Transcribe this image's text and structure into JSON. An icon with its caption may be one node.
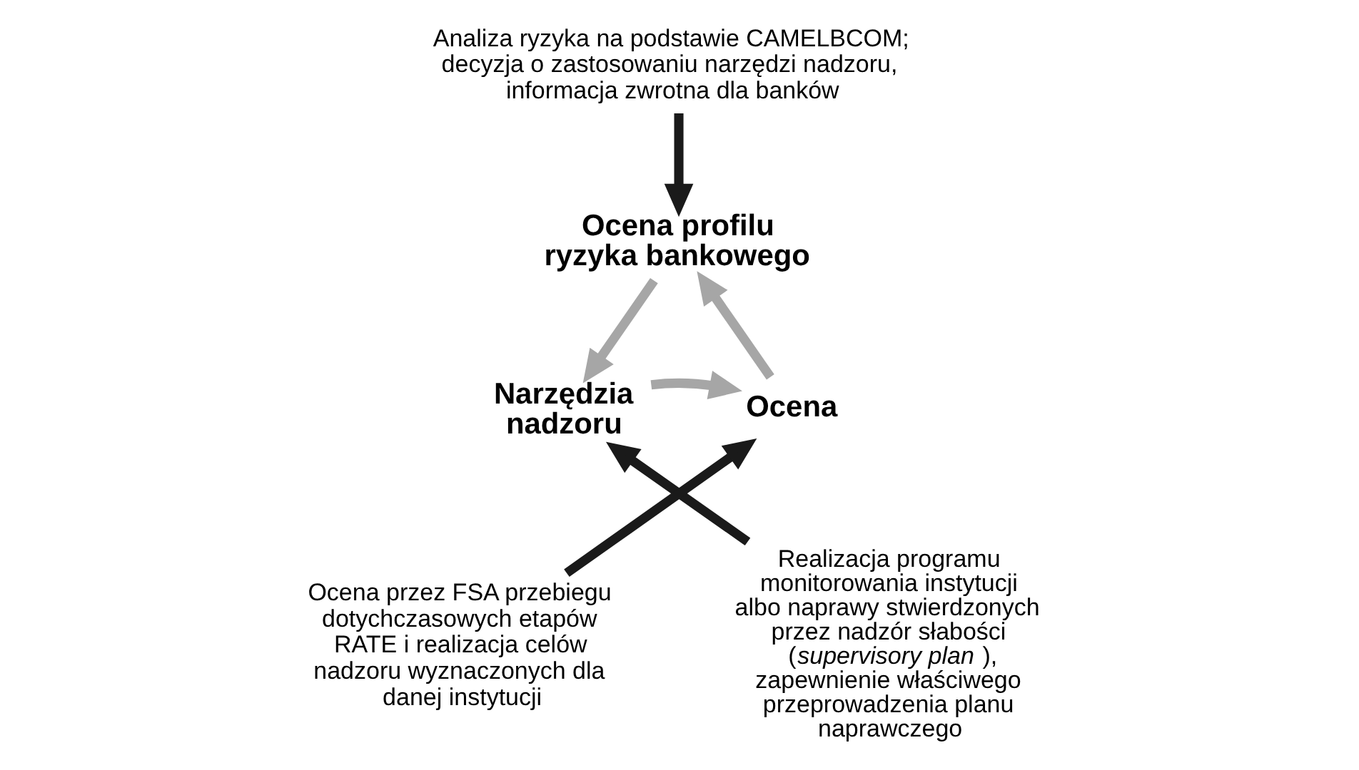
{
  "diagram": {
    "nodes": [
      {
        "text": [
          "Ocena profilu ryzyka bankowego"
        ]
      },
      {
        "text": [
          "Narzędzia nadzoru"
        ]
      },
      {
        "text": [
          "Ocena"
        ]
      },
      {
        "text": [
          "Analiza ryzyka na podstawie CAMELBCOM; decyzja o zastosowaniu narzędzi nadzoru, informacja zwrotna dla banków"
        ]
      },
      {
        "text": [
          "Realizacja programu monitorowania instytucji albo naprawy stwierdzonych przez nadzór słabości (*supervisory plan*), zapewnienie właściwego przeprowadzenia planu naprawczego"
        ]
      },
      {
        "text": [
          "Ocena przez FSA przebiegu dotychczasowych etapów RATE i realizacja celów nadzoru wyznaczonych dla danej instytucji"
        ]
      }
    ],
    "edges": [
      {
        "from": 2,
        "to": 0,
        "arrow": "to",
        "color": "#a6a6a6"
      },
      {
        "from": 0,
        "to": 1,
        "arrow": "to",
        "color": "#a6a6a6"
      },
      {
        "from": 1,
        "to": 2,
        "arrow": "to",
        "color": "#a6a6a6"
      },
      {
        "from": 3,
        "to": 0,
        "arrow": "to",
        "color": "#1a1a1a"
      },
      {
        "from": 4,
        "to": 1,
        "arrow": "to",
        "color": "#1a1a1a"
      },
      {
        "from": 5,
        "to": 2,
        "arrow": "to",
        "color": "#1a1a1a"
      }
    ]
  }
}
